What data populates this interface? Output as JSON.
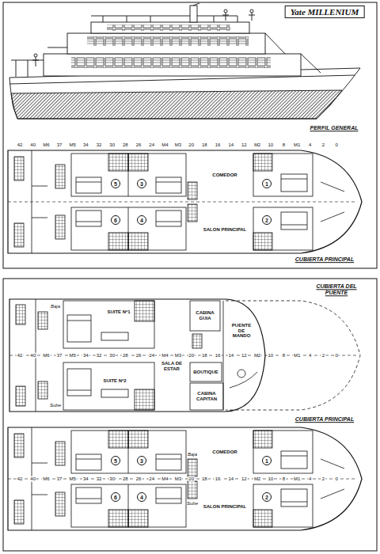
{
  "diagram": {
    "title": "Yate MILLENIUM",
    "nodes": [
      {
        "text": [
          "5"
        ]
      },
      {
        "text": [
          "3"
        ]
      },
      {
        "text": [
          "1"
        ]
      },
      {
        "text": [
          "6"
        ]
      },
      {
        "text": [
          "4"
        ]
      },
      {
        "text": [
          "2"
        ]
      },
      {
        "text": [
          "5"
        ]
      },
      {
        "text": [
          "3"
        ]
      },
      {
        "text": [
          "1"
        ]
      },
      {
        "text": [
          "6"
        ]
      },
      {
        "text": [
          "4"
        ]
      },
      {
        "text": [
          "2"
        ]
      }
    ],
    "labels": [
      "PERFIL GENERAL",
      "42",
      "40",
      "M6",
      "37",
      "M5",
      "34",
      "32",
      "30",
      "28",
      "26",
      "24",
      "M4",
      "M3",
      "20",
      "18",
      "16",
      "14",
      "12",
      "M2",
      "10",
      "8",
      "M1",
      "4",
      "2",
      "0",
      "COMEDOR",
      "SALON PRINCIPAL",
      "CUBIERTA PRINCIPAL",
      "CUBIERTA DEL PUENTE",
      "SUITE Nº1",
      "CABINA GUIA",
      "SALA DE ESTAR",
      "BOUTIQUE",
      "CABINA CAPITAN",
      "PUENTE DE MANDO",
      "SUITE Nº2",
      "Baja",
      "Sube",
      "42",
      "40",
      "M6",
      "37",
      "M5",
      "34",
      "32",
      "30",
      "28",
      "26",
      "24",
      "M4",
      "M3",
      "20",
      "18",
      "16",
      "14",
      "12",
      "M2",
      "10",
      "8",
      "M1",
      "4",
      "2",
      "0",
      "CUBIERTA PRINCIPAL",
      "COMEDOR",
      "SALON PRINCIPAL",
      "Baja",
      "Sube",
      "42",
      "40",
      "M6",
      "37",
      "M5",
      "34",
      "32",
      "30",
      "28",
      "26",
      "24",
      "M4",
      "M3",
      "20",
      "18",
      "16",
      "14",
      "12",
      "M2",
      "10",
      "8",
      "M1",
      "4",
      "2",
      "0"
    ]
  }
}
